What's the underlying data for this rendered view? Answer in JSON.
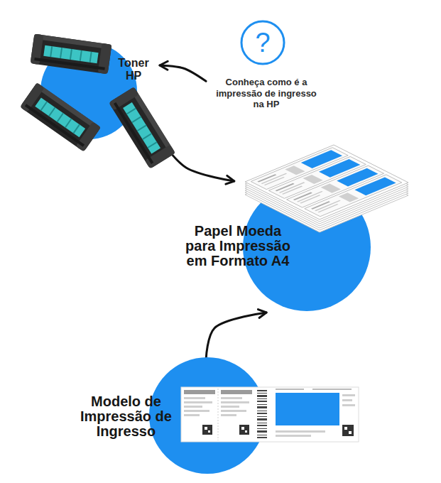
{
  "diagram": {
    "nodes": [
      {
        "text": [
          "Toner HP"
        ]
      },
      {
        "text": [
          "?",
          "Conheça como é a impressão de ingresso na HP"
        ]
      },
      {
        "text": [
          "Papel Moeda para Impressão em Formato A4"
        ]
      },
      {
        "text": [
          "Modelo de Impressão de Ingresso"
        ]
      }
    ],
    "edges": [
      {
        "from": 1,
        "to": 0,
        "arrow": "to"
      },
      {
        "from": 0,
        "to": 2,
        "arrow": "to"
      },
      {
        "from": 3,
        "to": 2,
        "arrow": "to"
      }
    ]
  }
}
